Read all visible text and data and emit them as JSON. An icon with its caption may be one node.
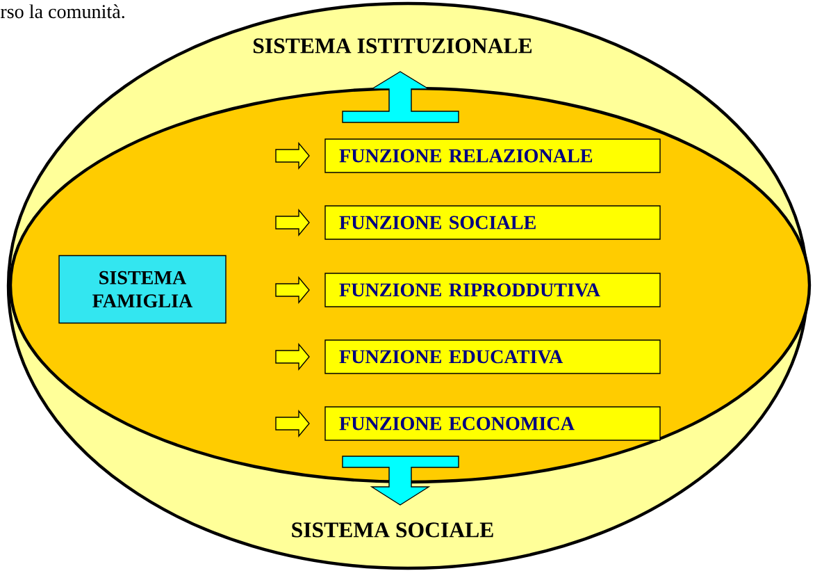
{
  "diagram": {
    "nodes": [
      {
        "text": [],
        "shape": "ellipse"
      },
      {
        "text": [
          "SISTEMA ISTITUZIONALE"
        ],
        "in": 0
      },
      {
        "text": [],
        "shape": "ellipse",
        "in": 0
      },
      {
        "text": [
          "SISTEMA FAMIGLIA"
        ],
        "in": 2
      },
      {
        "text": [
          "FUNZIONE RELAZIONALE"
        ],
        "in": 2
      },
      {
        "text": [
          "FUNZIONE SOCIALE"
        ],
        "in": 2
      },
      {
        "text": [
          "FUNZIONE RIPRODDUTIVA"
        ],
        "in": 2
      },
      {
        "text": [
          "FUNZIONE EDUCATIVA"
        ],
        "in": 2
      },
      {
        "text": [
          "FUNZIONE ECONOMICA"
        ],
        "in": 2
      },
      {
        "text": [
          "SISTEMA SOCIALE"
        ],
        "in": 0
      }
    ],
    "edges": [
      {
        "from": 2,
        "to": 1,
        "arrow": "to",
        "style": "thick",
        "color": "#00ffff"
      },
      {
        "from": null,
        "to": 4,
        "arrow": "to"
      },
      {
        "from": null,
        "to": 5,
        "arrow": "to"
      },
      {
        "from": null,
        "to": 6,
        "arrow": "to"
      },
      {
        "from": null,
        "to": 7,
        "arrow": "to"
      },
      {
        "from": null,
        "to": 8,
        "arrow": "to"
      },
      {
        "from": 2,
        "to": 9,
        "arrow": "to",
        "style": "thick",
        "color": "#00ffff"
      }
    ],
    "labels": [
      "rso la comunità."
    ]
  }
}
